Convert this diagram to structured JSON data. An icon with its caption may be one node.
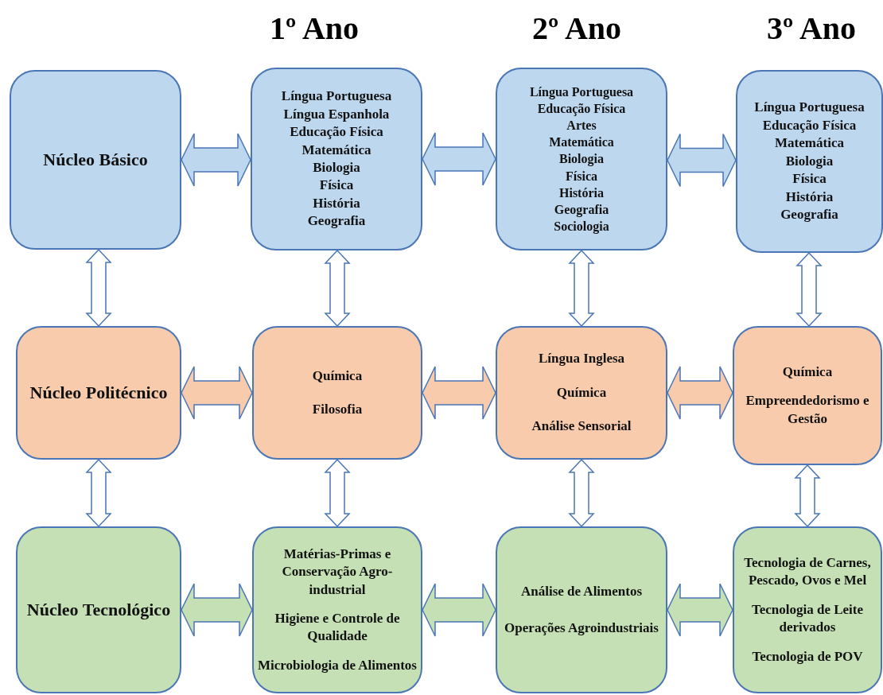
{
  "diagram": {
    "nodes": [
      {
        "text": [
          "Núcleo Básico"
        ]
      },
      {
        "text": [
          "Língua Portuguesa",
          "Língua Espanhola",
          "Educação Física",
          "Matemática",
          "Biologia",
          "Física",
          "História",
          "Geografia"
        ]
      },
      {
        "text": [
          "Língua Portuguesa",
          "Educação Física",
          "Artes",
          "Matemática",
          "Biologia",
          "Física",
          "História",
          "Geografia",
          "Sociologia"
        ]
      },
      {
        "text": [
          "Língua Portuguesa",
          "Educação Física",
          "Matemática",
          "Biologia",
          "Física",
          "História",
          "Geografia"
        ]
      },
      {
        "text": [
          "Núcleo Politécnico"
        ]
      },
      {
        "text": [
          "Química",
          "Filosofia"
        ]
      },
      {
        "text": [
          "Língua Inglesa",
          "Química",
          "Análise Sensorial"
        ]
      },
      {
        "text": [
          "Química",
          "Empreendedorismo e Gestão"
        ]
      },
      {
        "text": [
          "Núcleo Tecnológico"
        ]
      },
      {
        "text": [
          "Matérias-Primas e Conservação Agro-industrial",
          "Higiene e Controle de Qualidade",
          "Microbiologia de Alimentos"
        ]
      },
      {
        "text": [
          "Análise de Alimentos",
          "Operações Agroindustriais"
        ]
      },
      {
        "text": [
          "Tecnologia de Carnes, Pescado, Ovos e Mel",
          "Tecnologia de Leite derivados",
          "Tecnologia de POV"
        ]
      }
    ],
    "edges": [
      {
        "from": 0,
        "to": 1,
        "arrow": "both"
      },
      {
        "from": 1,
        "to": 2,
        "arrow": "both"
      },
      {
        "from": 2,
        "to": 3,
        "arrow": "both"
      },
      {
        "from": 0,
        "to": 4,
        "arrow": "both"
      },
      {
        "from": 1,
        "to": 5,
        "arrow": "both"
      },
      {
        "from": 2,
        "to": 6,
        "arrow": "both"
      },
      {
        "from": 3,
        "to": 7,
        "arrow": "both"
      },
      {
        "from": 4,
        "to": 5,
        "arrow": "both"
      },
      {
        "from": 5,
        "to": 6,
        "arrow": "both"
      },
      {
        "from": 6,
        "to": 7,
        "arrow": "both"
      },
      {
        "from": 4,
        "to": 8,
        "arrow": "both"
      },
      {
        "from": 5,
        "to": 9,
        "arrow": "both"
      },
      {
        "from": 6,
        "to": 10,
        "arrow": "both"
      },
      {
        "from": 7,
        "to": 11,
        "arrow": "both"
      },
      {
        "from": 8,
        "to": 9,
        "arrow": "both"
      },
      {
        "from": 9,
        "to": 10,
        "arrow": "both"
      },
      {
        "from": 10,
        "to": 11,
        "arrow": "both"
      }
    ],
    "labels": [
      "1º Ano",
      "2º Ano",
      "3º Ano"
    ]
  }
}
